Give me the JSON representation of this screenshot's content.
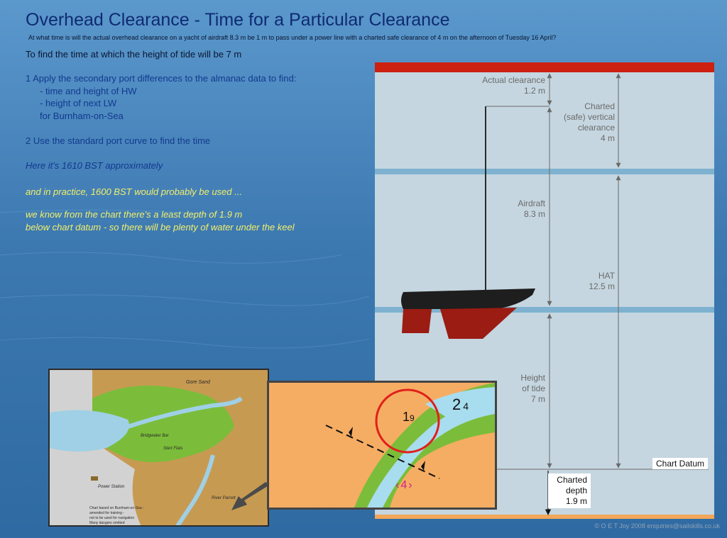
{
  "header": {
    "title": "Overhead Clearance - Time for a Particular Clearance",
    "question": "At what time is will the actual overhead clearance on a yacht of airdraft 8.3 m be 1 m to pass under a power line with a charted safe clearance of 4 m on the afternoon of Tuesday 16 April?",
    "lead": "To find the time at which the height of tide will be 7 m"
  },
  "steps": {
    "step1": "1   Apply the secondary port differences to the almanac data to find:",
    "step1_a": "-   time and height of HW",
    "step1_b": "-   height of next LW",
    "step1_c": "for Burnham-on-Sea",
    "step2": "2  Use the standard port curve to find the time",
    "note1": "Here it's 1610 BST approximately",
    "note2": "and in practice, 1600 BST would probably be used ...",
    "note3_line1": "we know from the chart there's a least depth of 1.9 m",
    "note3_line2": "below chart datum - so there will be plenty of water under the keel"
  },
  "diagram": {
    "actual_clearance_line1": "Actual clearance",
    "actual_clearance_line2": "1.2 m",
    "charted_clearance_line1": "Charted",
    "charted_clearance_line2": "(safe) vertical",
    "charted_clearance_line3": "clearance",
    "charted_clearance_line4": "4 m",
    "airdraft_line1": "Airdraft",
    "airdraft_line2": "8.3 m",
    "hat_line1": "HAT",
    "hat_line2": "12.5 m",
    "height_line1": "Height",
    "height_line2": "of tide",
    "height_line3": "7 m",
    "chart_datum": "Chart Datum",
    "depth_line1": "Charted",
    "depth_line2": "depth",
    "depth_line3": "1.9 m",
    "colors": {
      "power_line": "#cc2010",
      "panel": "#c5d6e0",
      "hull": "#1e1e1e",
      "keel": "#9b1c12",
      "water_line": "#7fb2d0"
    }
  },
  "chart_map": {
    "label_gore_sand": "Gore Sand",
    "label_bridgwater_bar": "Bridgwater Bar",
    "label_stert_flats": "Stert Flats",
    "label_power_station": "Power Station",
    "label_river": "River Parrett",
    "notice_line1": "Chart based on Burnham-on-Sea -",
    "notice_line2": "amended for training -",
    "notice_line3": "not to be used for navigation",
    "notice_line4": "Many dangers omitted",
    "zoom_depth_main": "1",
    "zoom_depth_sub": "9",
    "zoom_depth2_main": "2",
    "zoom_depth2_sub": "4",
    "zoom_cable": "4"
  },
  "footer": {
    "copyright": "© O E T Joy 2008 enquiries@sailskills.co.uk"
  }
}
